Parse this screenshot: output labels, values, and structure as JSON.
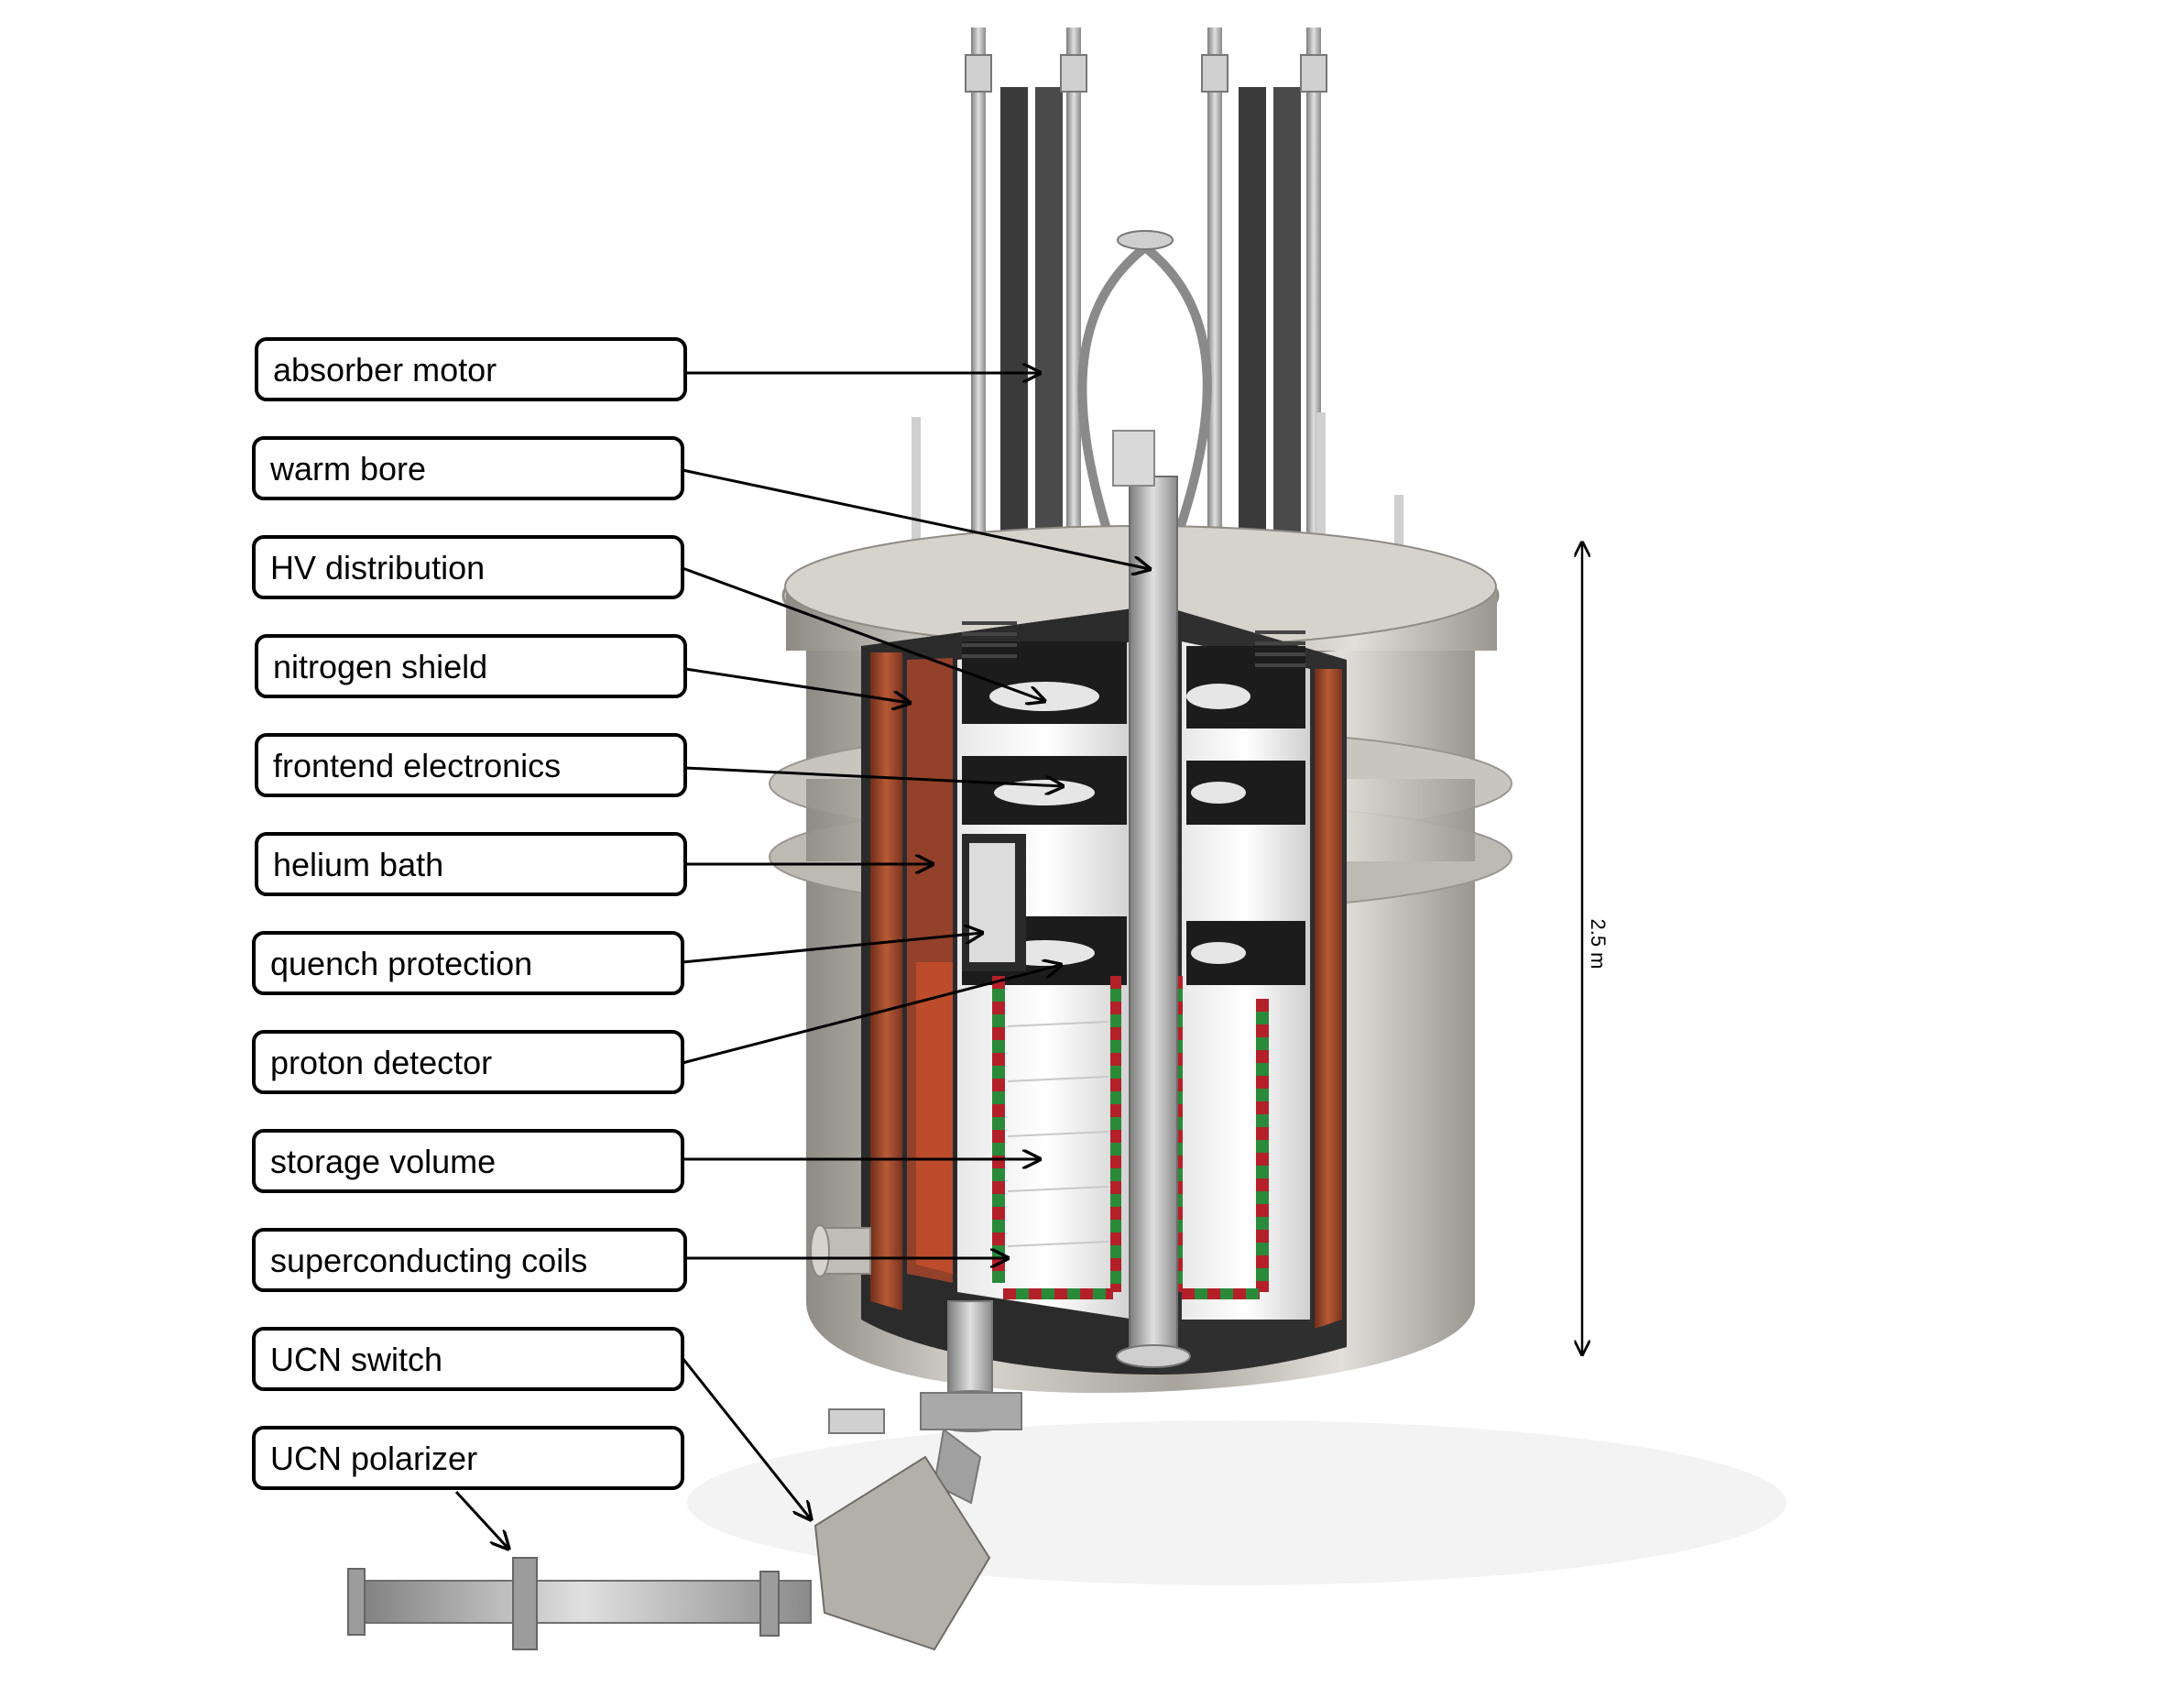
{
  "labels": [
    "absorber motor",
    "warm bore",
    "HV distribution",
    "nitrogen shield",
    "frontend electronics",
    "helium bath",
    "quench protection",
    "proton detector",
    "storage volume",
    "superconducting coils",
    "UCN switch",
    "UCN polarizer"
  ],
  "dimension": "2.5 m",
  "colors": {
    "steel": "#b9b6b0",
    "copper": "#9a4a2c",
    "coil_red": "#b3202a",
    "coil_green": "#2a8a3a"
  }
}
